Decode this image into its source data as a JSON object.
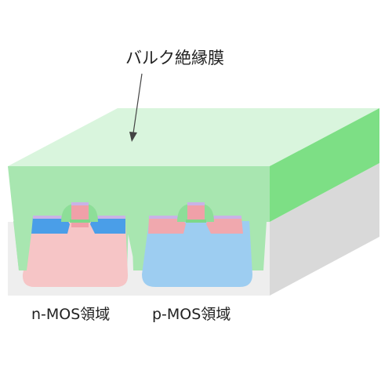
{
  "labels": {
    "title": "バルク絶縁膜",
    "nmos": "n-MOS領域",
    "pmos": "p-MOS領域"
  },
  "colors": {
    "film_top": "#d9f5dd",
    "film_front": "#a8e6b0",
    "film_side": "#7ddf85",
    "substrate_front": "#eeeeee",
    "substrate_side": "#d9d9d9",
    "n_region": "#f6c5c6",
    "p_region": "#9dcdf1",
    "n_source_drain": "#4a9ee8",
    "p_source_drain": "#f0a8ae",
    "gate_spacer": "#8dde98",
    "gate_electrode": "#f0a0a8",
    "gate_cap": "#c9b3e6",
    "gate_oxide": "#7dd88a",
    "arrow": "#444444"
  }
}
